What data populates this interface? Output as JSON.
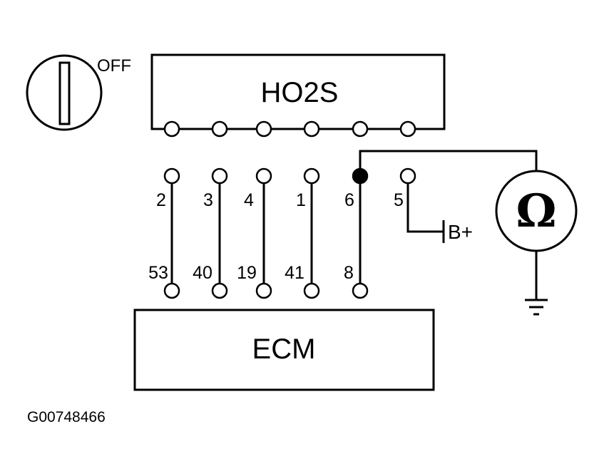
{
  "ignition_switch": {
    "label": "OFF"
  },
  "sensor_box": {
    "label": "HO2S"
  },
  "ecm_box": {
    "label": "ECM"
  },
  "connector_pins": [
    {
      "sensor_pin": "2",
      "ecm_pin": "53"
    },
    {
      "sensor_pin": "3",
      "ecm_pin": "40"
    },
    {
      "sensor_pin": "4",
      "ecm_pin": "19"
    },
    {
      "sensor_pin": "1",
      "ecm_pin": "41"
    },
    {
      "sensor_pin": "6",
      "ecm_pin": "8"
    },
    {
      "sensor_pin": "5",
      "ecm_pin": ""
    }
  ],
  "battery": {
    "label": "B+"
  },
  "meter": {
    "symbol": "Ω"
  },
  "figure_code": "G00748466"
}
